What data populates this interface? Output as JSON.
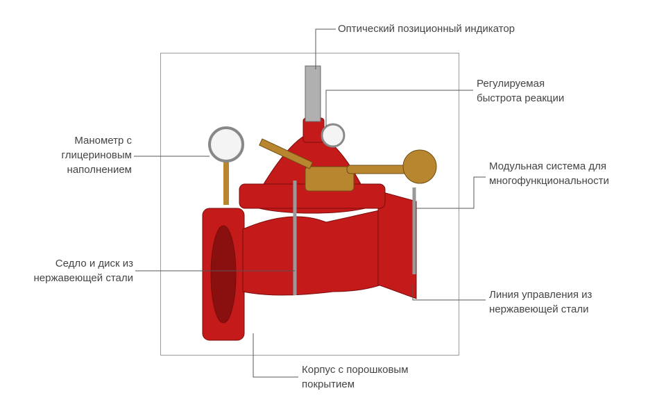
{
  "labels": {
    "indicator": "Оптический позиционный индикатор",
    "speed_1": "Регулируемая",
    "speed_2": "быстрота реакции",
    "gauge_1": "Манометр с",
    "gauge_2": "глицериновым",
    "gauge_3": "наполнением",
    "modular_1": "Модульная система  для",
    "modular_2": "многофункциональности",
    "seat_1": "Седло и диск из",
    "seat_2": "нержавеющей стали",
    "control_1": "Линия управления из",
    "control_2": "нержавеющей стали",
    "body_1": "Корпус с порошковым",
    "body_2": "покрытием"
  },
  "colors": {
    "valve_red": "#c41a1a",
    "brass": "#b8862e",
    "line": "#555555"
  }
}
